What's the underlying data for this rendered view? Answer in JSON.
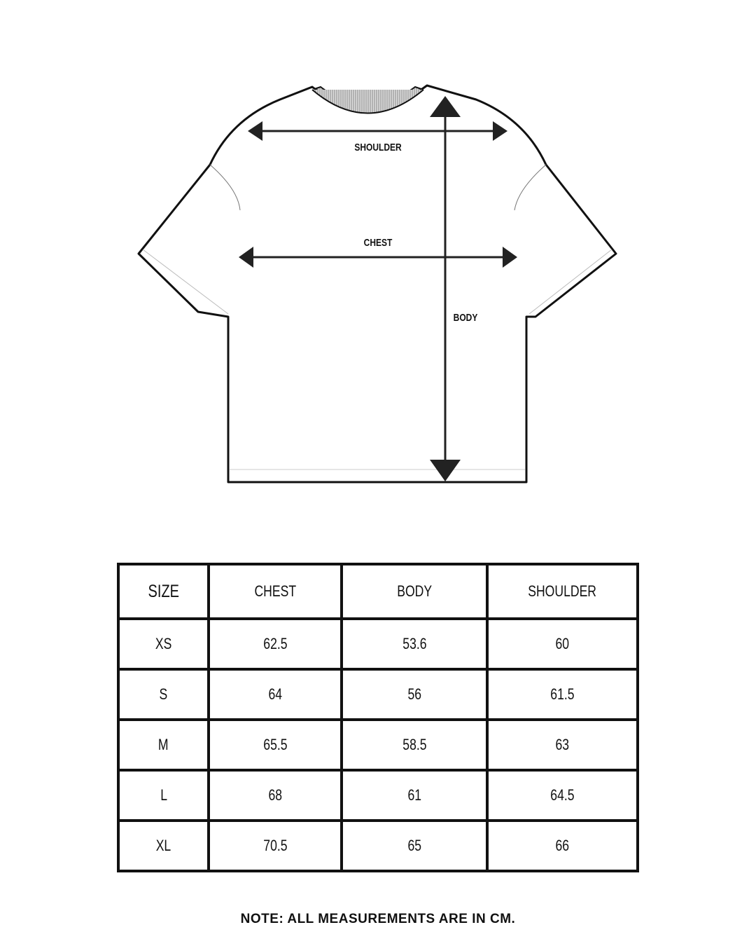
{
  "diagram": {
    "labels": {
      "shoulder": "SHOULDER",
      "chest": "CHEST",
      "body": "BODY"
    }
  },
  "size_table": {
    "headers": [
      "SIZE",
      "CHEST",
      "BODY",
      "SHOULDER"
    ],
    "rows": [
      [
        "XS",
        "62.5",
        "53.6",
        "60"
      ],
      [
        "S",
        "64",
        "56",
        "61.5"
      ],
      [
        "M",
        "65.5",
        "58.5",
        "63"
      ],
      [
        "L",
        "68",
        "61",
        "64.5"
      ],
      [
        "XL",
        "70.5",
        "65",
        "66"
      ]
    ]
  },
  "note": "NOTE: ALL MEASUREMENTS ARE IN CM."
}
